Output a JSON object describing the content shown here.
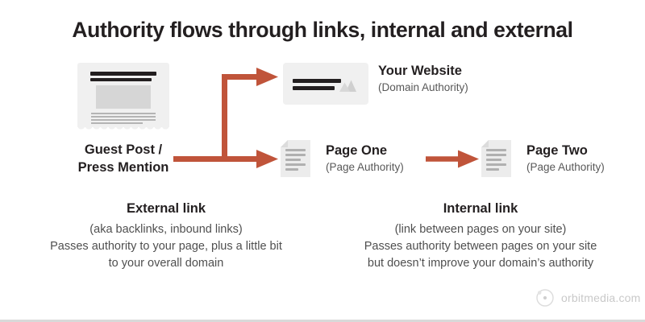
{
  "title": "Authority flows through links, internal and external",
  "nodes": {
    "guest": {
      "label_line1": "Guest Post /",
      "label_line2": "Press Mention",
      "icon": "article-card-icon"
    },
    "website": {
      "title": "Your Website",
      "subtitle": "(Domain Authority)",
      "icon": "browser-window-icon"
    },
    "page_one": {
      "title": "Page One",
      "subtitle": "(Page Authority)",
      "icon": "document-page-icon"
    },
    "page_two": {
      "title": "Page Two",
      "subtitle": "(Page Authority)",
      "icon": "document-page-icon"
    }
  },
  "captions": {
    "external": {
      "title": "External link",
      "line1": "(aka backlinks, inbound links)",
      "line2": "Passes authority to your page, plus a little bit",
      "line3": "to your overall domain"
    },
    "internal": {
      "title": "Internal link",
      "line1": "(link between pages on your site)",
      "line2": "Passes authority between pages on your site",
      "line3": "but doesn’t improve your domain’s authority"
    }
  },
  "logo": {
    "text": "orbitmedia.com",
    "icon": "orbit-icon"
  },
  "colors": {
    "arrow": "#c0543a",
    "title_text": "#231f20",
    "body_text": "#4f4f4f",
    "card_bg": "#f0f0f0",
    "doc_bg": "#ececec",
    "logo_gray": "#c9c9c9",
    "background": "#ffffff"
  },
  "arrows": [
    {
      "name": "external-branch-to-website",
      "from": "guest",
      "to": "website"
    },
    {
      "name": "external-branch-to-page-one",
      "from": "guest",
      "to": "page_one"
    },
    {
      "name": "internal-page-one-to-page-two",
      "from": "page_one",
      "to": "page_two"
    }
  ]
}
